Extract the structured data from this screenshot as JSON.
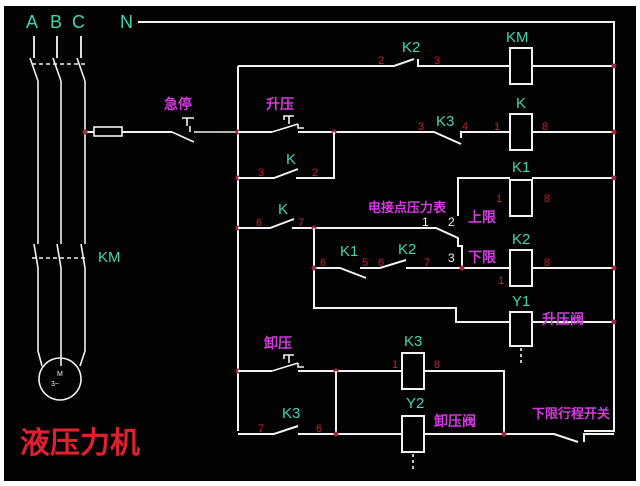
{
  "phases": {
    "a": "A",
    "b": "B",
    "c": "C",
    "n": "N"
  },
  "title": "液压力机",
  "motor": {
    "name": "M",
    "spec": "3~"
  },
  "buttons": {
    "emergency_stop": "急停",
    "pressurize": "升压",
    "unload": "卸压"
  },
  "components": {
    "main_contactor": "KM",
    "main_contactor_power": "KM",
    "relay_k": "K",
    "relay_k1": "K1",
    "relay_k2": "K2",
    "relay_k3": "K3",
    "valve_y1": "Y1",
    "valve_y2": "Y2",
    "contact_k2_top": "K2",
    "contact_k3_row2": "K3",
    "contact_k_hold": "K",
    "contact_k_row4": "K",
    "contact_k1": "K1",
    "contact_k2_row5": "K2",
    "contact_k3_bottom": "K3"
  },
  "labels": {
    "pressure_gauge": "电接点压力表",
    "upper_limit": "上限",
    "lower_limit": "下限",
    "pressurize_valve": "升压阀",
    "unload_valve": "卸压阀",
    "lower_limit_switch": "下限行程开关"
  },
  "terminals": {
    "k2_top_left": "2",
    "k2_top_right": "3",
    "k3_left": "3",
    "k3_right": "4",
    "k_coil_in": "1",
    "k_coil_out": "8",
    "k_hold_left": "3",
    "k_hold_right": "2",
    "k_row4_left": "6",
    "k_row4_right": "7",
    "gauge_1": "1",
    "gauge_2": "2",
    "gauge_3": "3",
    "k1_coil_in": "1",
    "k1_coil_out": "8",
    "k1_left": "6",
    "k1_right": "5",
    "k2_left": "6",
    "k2_right": "7",
    "k2_coil_in": "1",
    "k2_coil_out": "8",
    "k3_coil_in": "1",
    "k3_coil_out": "8",
    "k3b_left": "7",
    "k3b_right": "6"
  },
  "colors": {
    "background": "#020202",
    "wire": "#f2f2f2",
    "component_label": "#3fd6b4",
    "terminal_number": "#c0223a",
    "chinese_label": "#d43be0",
    "title": "#e0202e",
    "node": "#a0283c"
  }
}
